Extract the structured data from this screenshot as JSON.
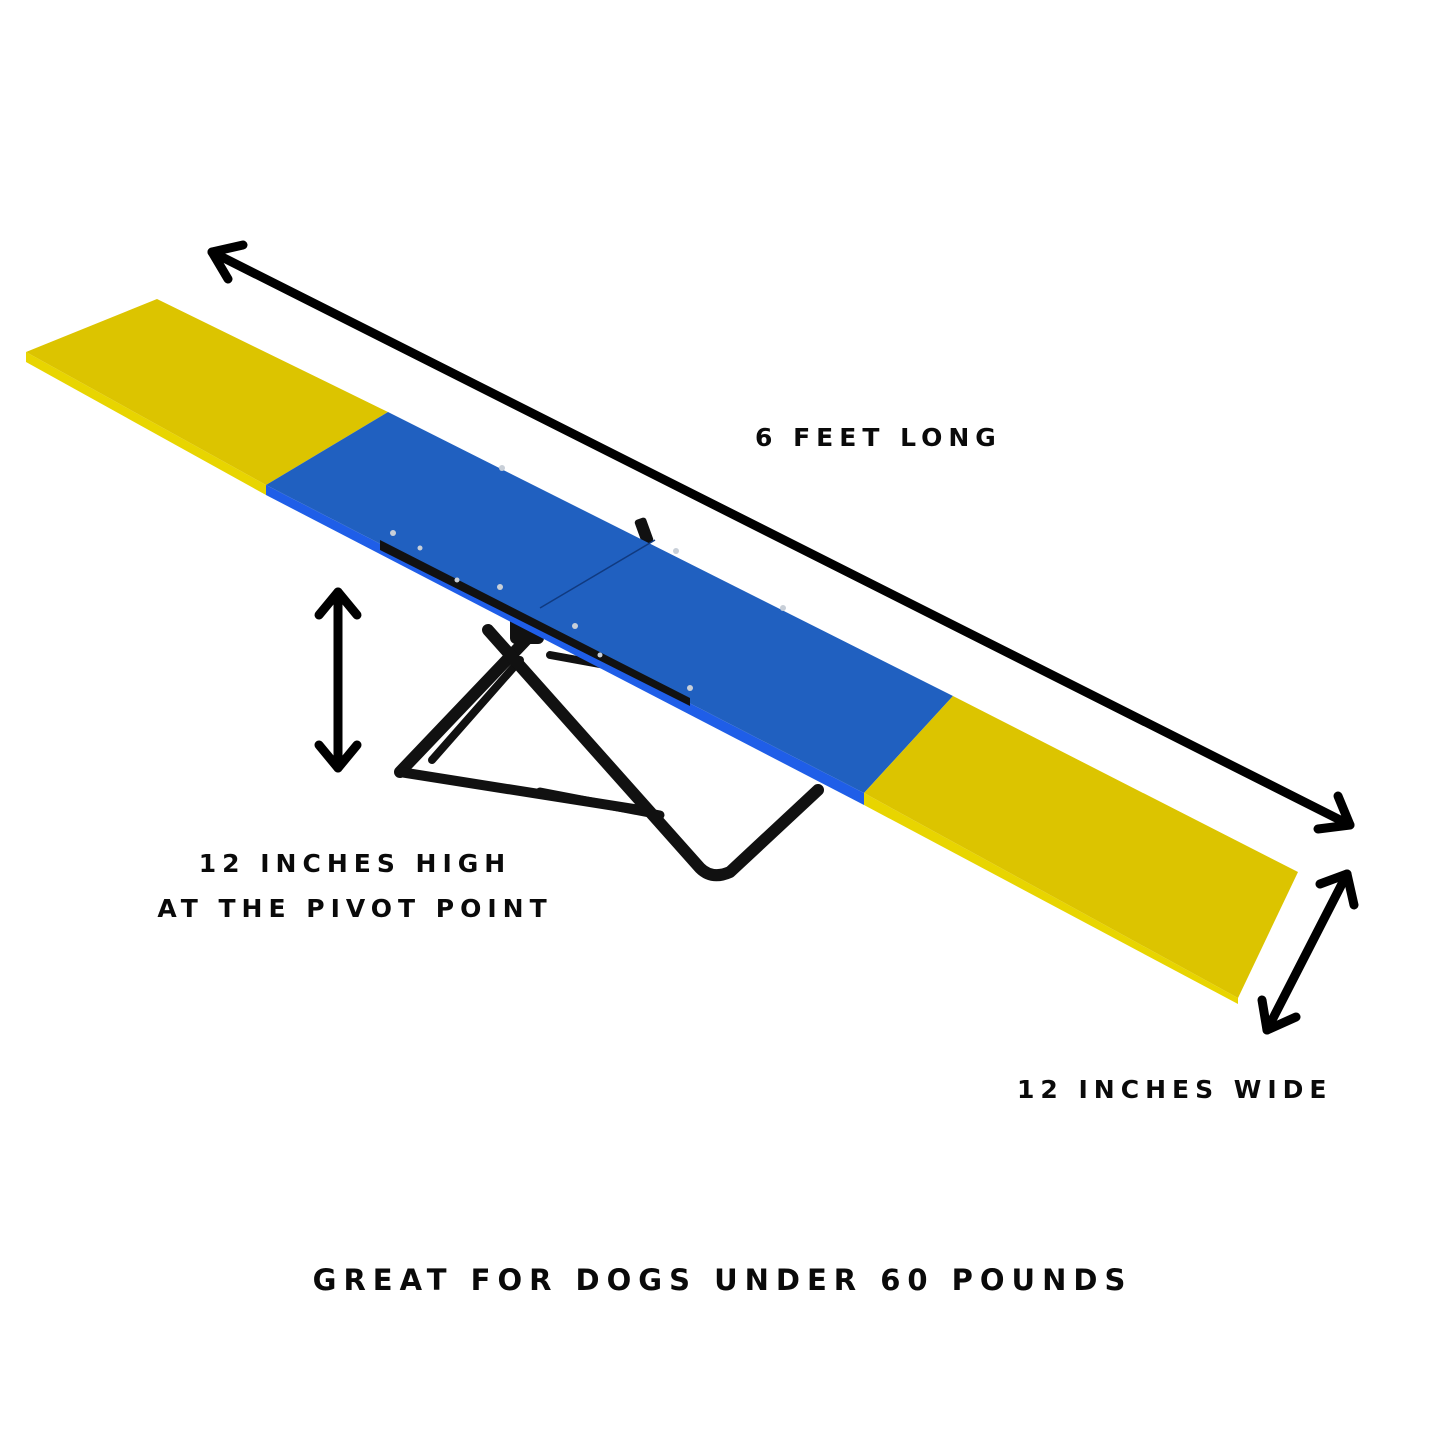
{
  "product": {
    "name": "dog agility teeter-totter seesaw",
    "colors": {
      "yellow": "#dcc400",
      "yellow_edge": "#e8d500",
      "blue": "#2060c0",
      "blue_edge": "#1f5ee8",
      "frame": "#111111",
      "arrow": "#000000",
      "background": "#ffffff"
    }
  },
  "annotations": {
    "length_label": "6 FEET LONG",
    "height_line1": "12 INCHES HIGH",
    "height_line2": "AT THE PIVOT POINT",
    "width_label": "12 INCHES WIDE",
    "tagline": "GREAT FOR DOGS UNDER 60 POUNDS"
  },
  "icons": {
    "length_arrow": "double-arrow-diagonal",
    "height_arrow": "double-arrow-vertical",
    "width_arrow": "double-arrow-diagonal"
  }
}
